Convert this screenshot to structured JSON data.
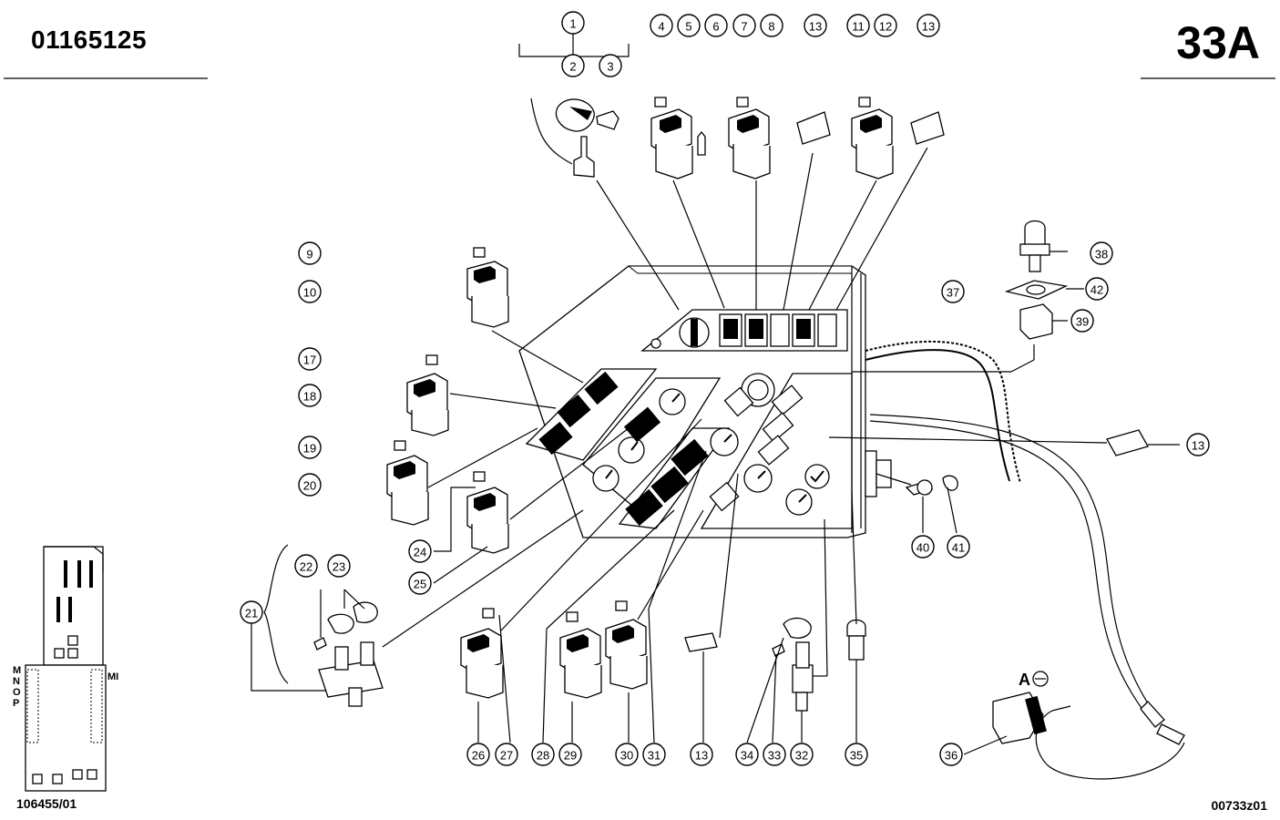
{
  "header": {
    "part_number": "01165125",
    "page_ref": "33A"
  },
  "footer": {
    "inset_ref": "106455/01",
    "drawing_ref": "00733z01"
  },
  "inset": {
    "letters": [
      "M",
      "N",
      "O",
      "P"
    ],
    "label_ml": "MI"
  },
  "diagram": {
    "marker_label": "A",
    "callouts": [
      "1",
      "2",
      "3",
      "4",
      "5",
      "6",
      "7",
      "8",
      "9",
      "10",
      "11",
      "12",
      "13",
      "17",
      "18",
      "19",
      "20",
      "21",
      "22",
      "23",
      "24",
      "25",
      "26",
      "27",
      "28",
      "29",
      "30",
      "31",
      "32",
      "33",
      "34",
      "35",
      "36",
      "37",
      "38",
      "39",
      "40",
      "41",
      "42"
    ]
  }
}
